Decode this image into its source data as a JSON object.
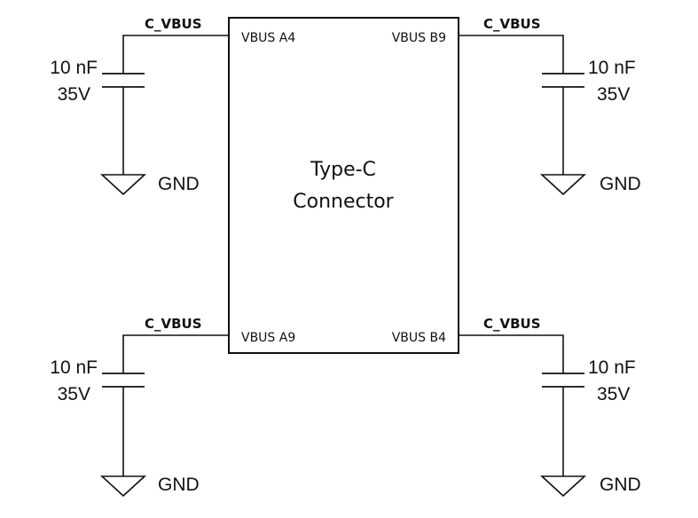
{
  "connector": {
    "title_line1": "Type-C",
    "title_line2": "Connector"
  },
  "circuits": [
    {
      "id": "top-left",
      "net": "C_VBUS",
      "pin": "VBUS A4",
      "cap_value": "10 nF",
      "cap_voltage": "35V",
      "ground": "GND"
    },
    {
      "id": "top-right",
      "net": "C_VBUS",
      "pin": "VBUS B9",
      "cap_value": "10 nF",
      "cap_voltage": "35V",
      "ground": "GND"
    },
    {
      "id": "bottom-left",
      "net": "C_VBUS",
      "pin": "VBUS A9",
      "cap_value": "10 nF",
      "cap_voltage": "35V",
      "ground": "GND"
    },
    {
      "id": "bottom-right",
      "net": "C_VBUS",
      "pin": "VBUS B4",
      "cap_value": "10 nF",
      "cap_voltage": "35V",
      "ground": "GND"
    }
  ]
}
